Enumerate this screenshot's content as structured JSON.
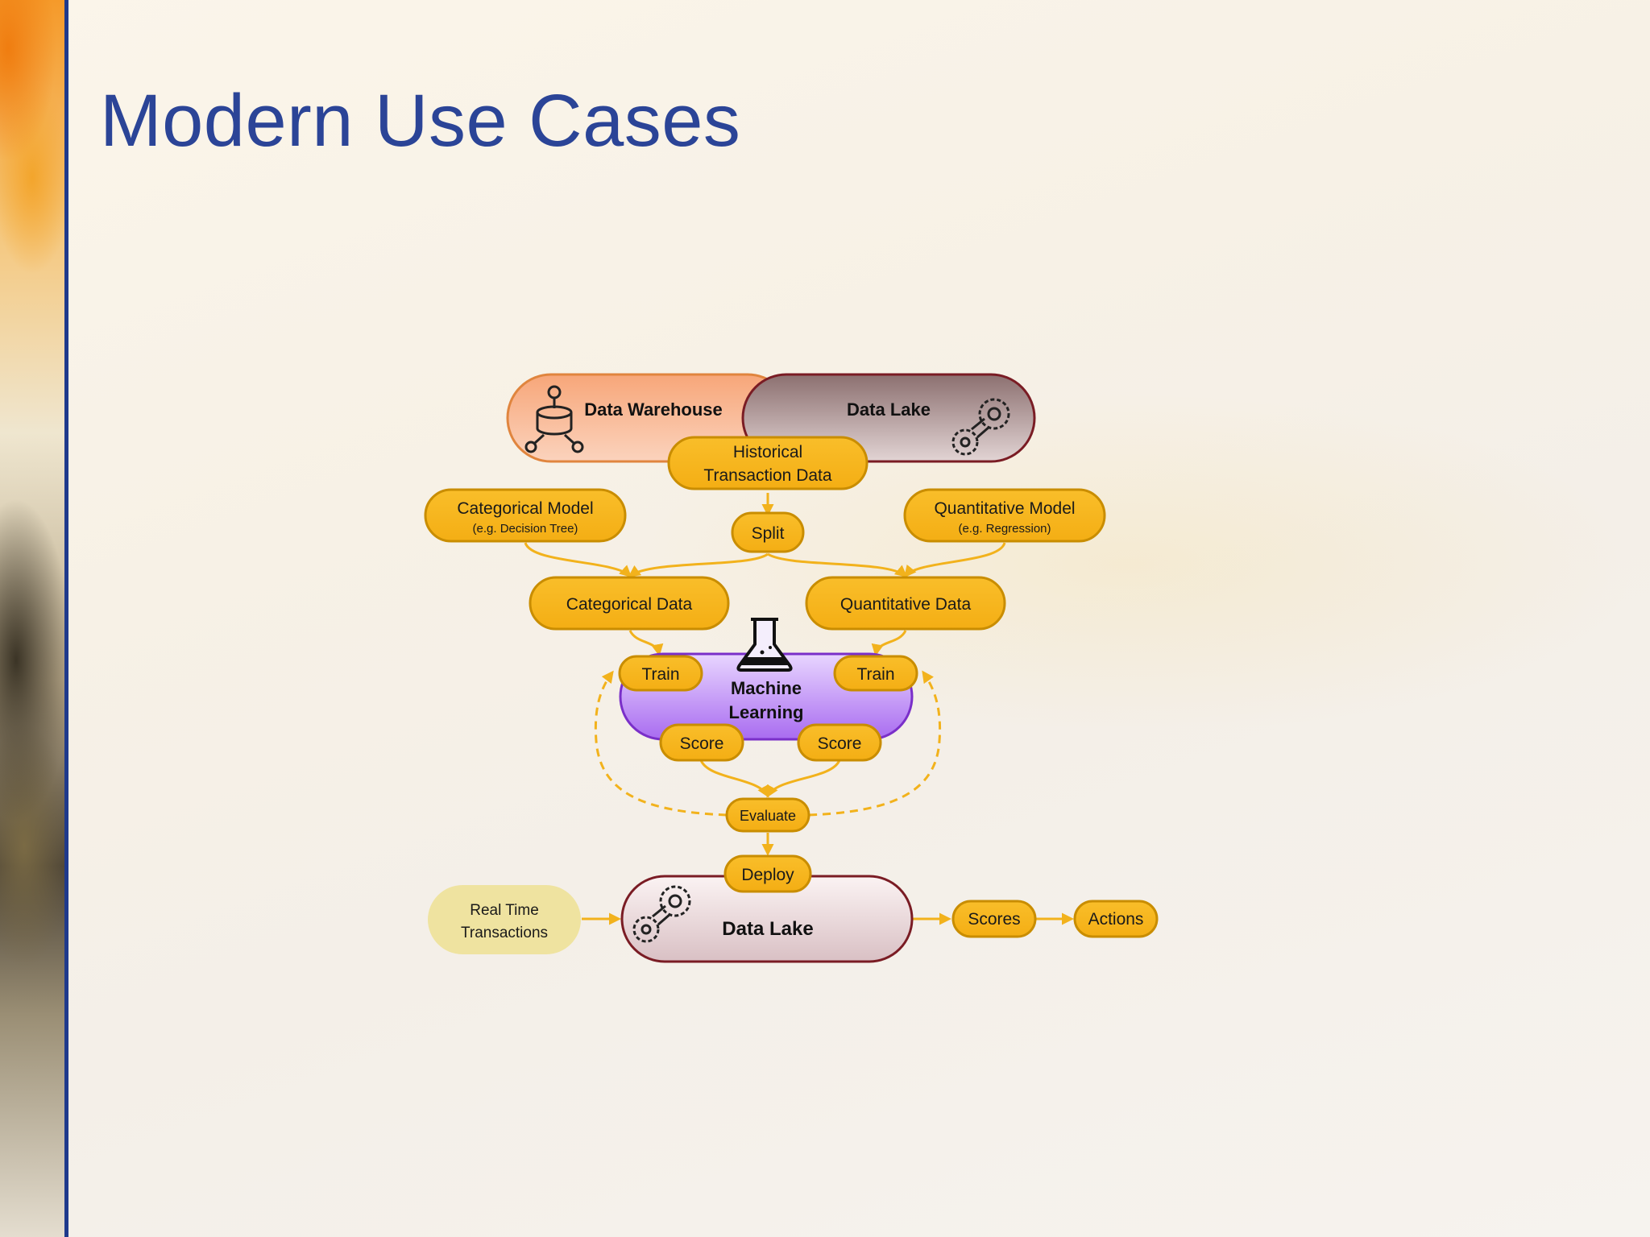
{
  "slide": {
    "title": "Modern Use Cases"
  },
  "diagram": {
    "data_warehouse": "Data Warehouse",
    "data_lake_top": "Data Lake",
    "historical_line1": "Historical",
    "historical_line2": "Transaction Data",
    "categorical_model": "Categorical Model",
    "categorical_model_sub": "(e.g. Decision Tree)",
    "split": "Split",
    "quantitative_model": "Quantitative Model",
    "quantitative_model_sub": "(e.g. Regression)",
    "categorical_data": "Categorical Data",
    "quantitative_data": "Quantitative Data",
    "ml_line1": "Machine",
    "ml_line2": "Learning",
    "train_left": "Train",
    "train_right": "Train",
    "score_left": "Score",
    "score_right": "Score",
    "evaluate": "Evaluate",
    "deploy": "Deploy",
    "realtime_line1": "Real Time",
    "realtime_line2": "Transactions",
    "data_lake_bottom": "Data Lake",
    "scores": "Scores",
    "actions": "Actions"
  },
  "colors": {
    "title": "#2b4497",
    "node_fill": "#f7b520",
    "node_stroke": "#c98d00",
    "warehouse_fill": "#f2a47c",
    "lake_fill": "#8f7474",
    "ml_fill": "#b57cf2",
    "realtime_fill": "#efe3a0"
  },
  "icons": {
    "warehouse": "database-network-icon",
    "lake": "gears-icon",
    "ml": "flask-icon"
  }
}
